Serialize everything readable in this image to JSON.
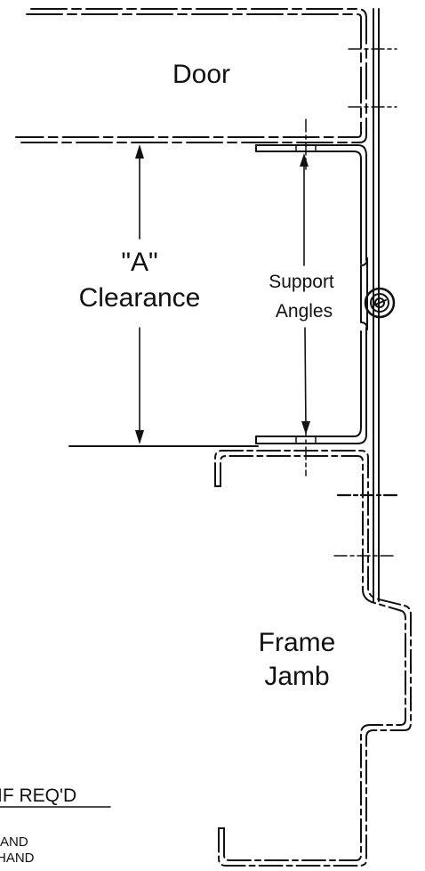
{
  "labels": {
    "door": "Door",
    "a_mark": "\"A\"",
    "clearance": "Clearance",
    "support": "Support",
    "angles": "Angles",
    "frame": "Frame",
    "jamb": "Jamb",
    "note": "IF REQ'D",
    "partial_1": "AND",
    "partial_2": "HAND"
  },
  "colors": {
    "line": "#111111",
    "paper": "#ffffff"
  }
}
